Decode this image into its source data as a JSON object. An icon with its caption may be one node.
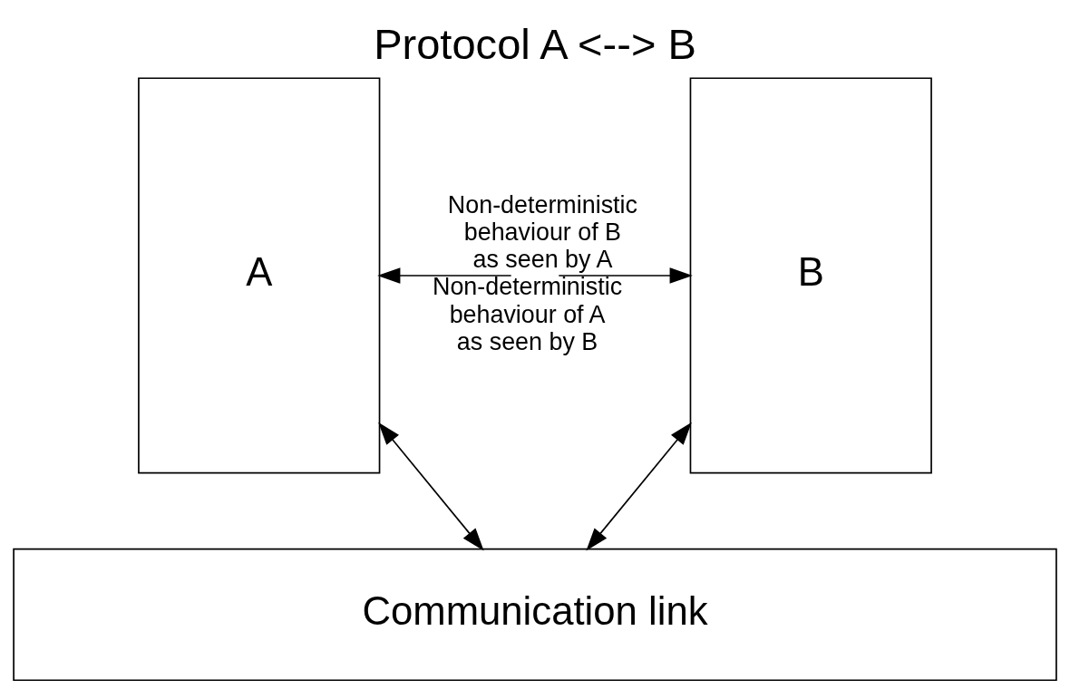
{
  "diagram": {
    "title": "Protocol A <--> B",
    "nodes": [
      {
        "text": [
          "A"
        ]
      },
      {
        "text": [
          "B"
        ]
      },
      {
        "text": [
          "Communication link"
        ]
      }
    ],
    "edges": [
      {
        "from": null,
        "to": 0,
        "arrow": "to",
        "label": "Non-deterministic behaviour of B as seen by A"
      },
      {
        "from": null,
        "to": 1,
        "arrow": "to",
        "label": "Non-deterministic behaviour of A as seen by B"
      },
      {
        "from": 0,
        "to": 2,
        "arrow": "both"
      },
      {
        "from": 1,
        "to": 2,
        "arrow": "both"
      }
    ]
  }
}
